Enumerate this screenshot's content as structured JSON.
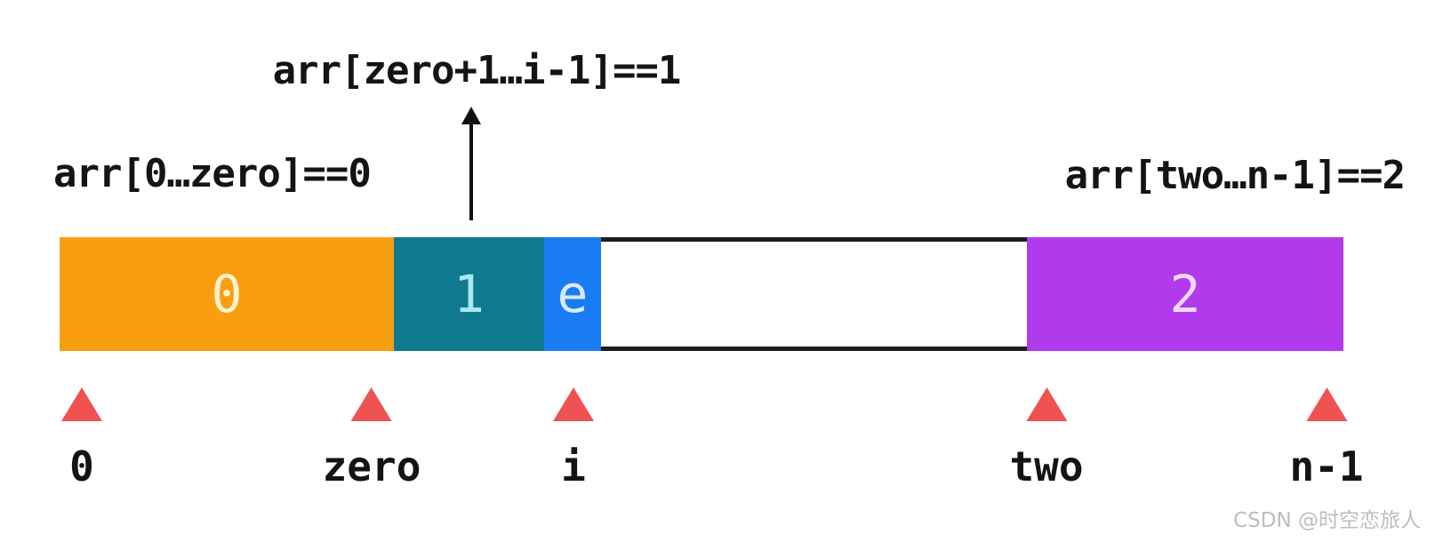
{
  "annotations": {
    "zeros_range": "arr[0…zero]==0",
    "ones_range": "arr[zero+1…i-1]==1",
    "twos_range": "arr[two…n-1]==2"
  },
  "bar": {
    "segments": [
      {
        "label": "0",
        "color": "#F99E11",
        "text_color": "#FBF1CD"
      },
      {
        "label": "1",
        "color": "#0F7A8F",
        "text_color": "#AEE6EF"
      },
      {
        "label": "e",
        "color": "#1A7CF2",
        "text_color": "#D8EAFE"
      },
      {
        "label": "",
        "color": "#FFFFFF",
        "border_color": "#1D1D1D"
      },
      {
        "label": "2",
        "color": "#B13AEC",
        "text_color": "#F3D8FA"
      }
    ]
  },
  "pointers": [
    {
      "label": "0"
    },
    {
      "label": "zero"
    },
    {
      "label": "i"
    },
    {
      "label": "two"
    },
    {
      "label": "n-1"
    }
  ],
  "pointer_color": "#EE5352",
  "watermark": "CSDN @时空恋旅人"
}
